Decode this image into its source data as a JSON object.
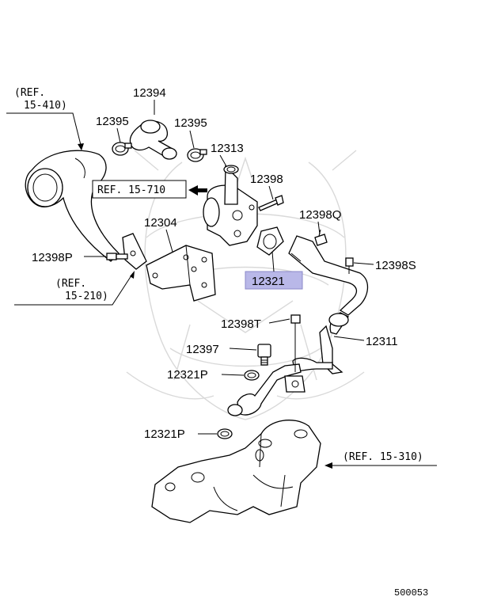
{
  "colors": {
    "highlight": "#b9b8e8",
    "highlight_border": "#8b89c9",
    "ink": "#000000",
    "watermark": "#d9d9d9"
  },
  "labels": {
    "p12394": "12394",
    "p12395_left": "12395",
    "p12395_right": "12395",
    "p12313": "12313",
    "p12398": "12398",
    "p12398q": "12398Q",
    "p12304": "12304",
    "p12398p": "12398P",
    "p12321": "12321",
    "p12398s": "12398S",
    "p12398t": "12398T",
    "p12311": "12311",
    "p12397": "12397",
    "p12321p_upper": "12321P",
    "p12321p_lower": "12321P"
  },
  "refs": {
    "ref_15_410_line1": "(REF.",
    "ref_15_410_line2": "15-410)",
    "ref_15_710": "REF. 15-710",
    "ref_15_210_line1": "(REF.",
    "ref_15_210_line2": "15-210)",
    "ref_15_310": "(REF. 15-310)"
  },
  "figure_number": "500053"
}
